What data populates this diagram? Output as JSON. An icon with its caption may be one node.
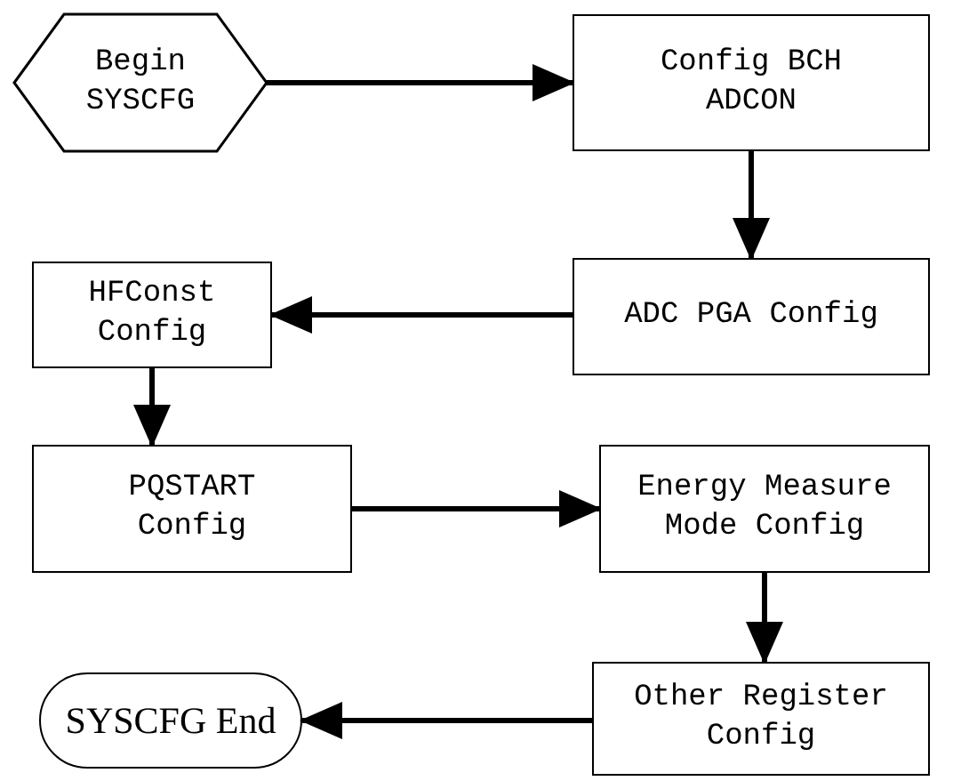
{
  "diagram": {
    "nodes": [
      {
        "text": [
          "Begin SYSCFG"
        ]
      },
      {
        "text": [
          "Config BCH ADCON"
        ]
      },
      {
        "text": [
          "ADC PGA Config"
        ]
      },
      {
        "text": [
          "HFConst Config"
        ]
      },
      {
        "text": [
          "PQSTART Config"
        ]
      },
      {
        "text": [
          "Energy Measure Mode Config"
        ]
      },
      {
        "text": [
          "Other Register Config"
        ]
      },
      {
        "text": [
          "SYSCFG End"
        ]
      }
    ],
    "edges": [
      {
        "from": 0,
        "to": 1,
        "arrow": "to"
      },
      {
        "from": 1,
        "to": 2,
        "arrow": "to"
      },
      {
        "from": 2,
        "to": 3,
        "arrow": "to"
      },
      {
        "from": 3,
        "to": 4,
        "arrow": "to"
      },
      {
        "from": 4,
        "to": 5,
        "arrow": "to"
      },
      {
        "from": 5,
        "to": 6,
        "arrow": "to"
      },
      {
        "from": 6,
        "to": 7,
        "arrow": "to"
      }
    ]
  }
}
